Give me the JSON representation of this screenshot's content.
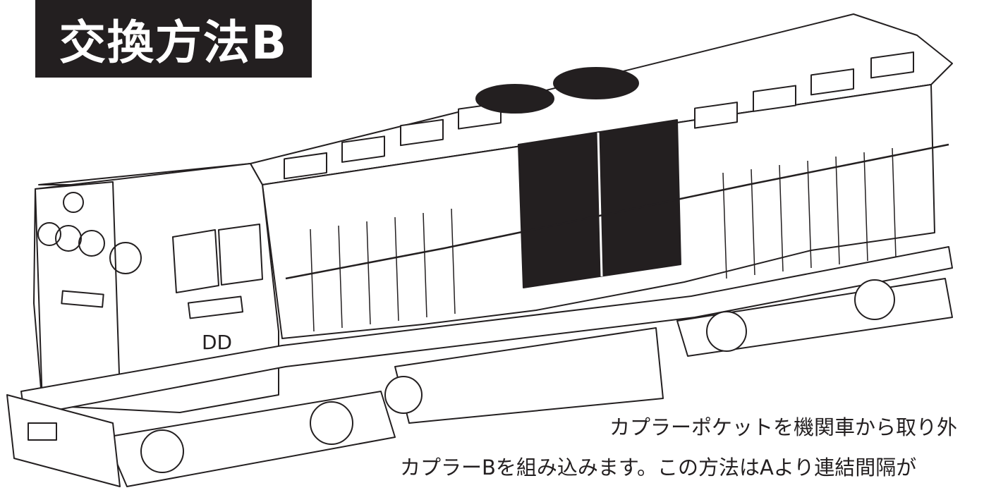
{
  "title": "交換方法B",
  "caption_lines": [
    "カプラーポケットを機関車から取り外",
    "カプラーBを組み込みます。この方法はAより連結間隔が"
  ],
  "illustration": {
    "subject": "diesel-locomotive-line-drawing",
    "stroke_color": "#231f20",
    "grille_color": "#231f20",
    "cab_number": "DD"
  },
  "colors": {
    "title_bg": "#231f20",
    "title_text": "#ffffff",
    "text": "#231f20",
    "background": "#ffffff"
  }
}
